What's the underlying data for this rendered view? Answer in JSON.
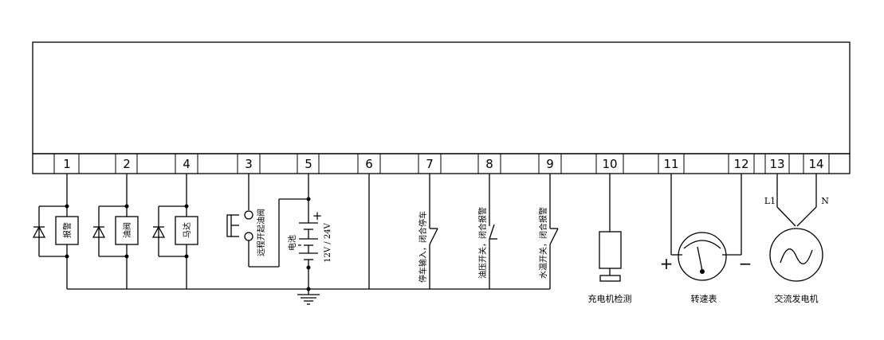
{
  "terminals": [
    "1",
    "2",
    "4",
    "3",
    "5",
    "6",
    "7",
    "8",
    "9",
    "10",
    "11",
    "12",
    "13",
    "14"
  ],
  "relays": [
    "报警",
    "油阀",
    "马达"
  ],
  "remote_button_label": "远程开起油阀",
  "battery_label": "电池",
  "battery_voltage": "12V / 24V",
  "battery_plus": "+",
  "battery_minus": "-",
  "switches": [
    "停车输入，闭合停车",
    "油压开关，闭合报警",
    "水温开关，闭合报警"
  ],
  "charger_label": "充电机检测",
  "tach_label": "转速表",
  "tach_plus": "+",
  "tach_minus": "−",
  "alternator_label": "交流发电机",
  "alternator_L1": "L1",
  "alternator_N": "N"
}
